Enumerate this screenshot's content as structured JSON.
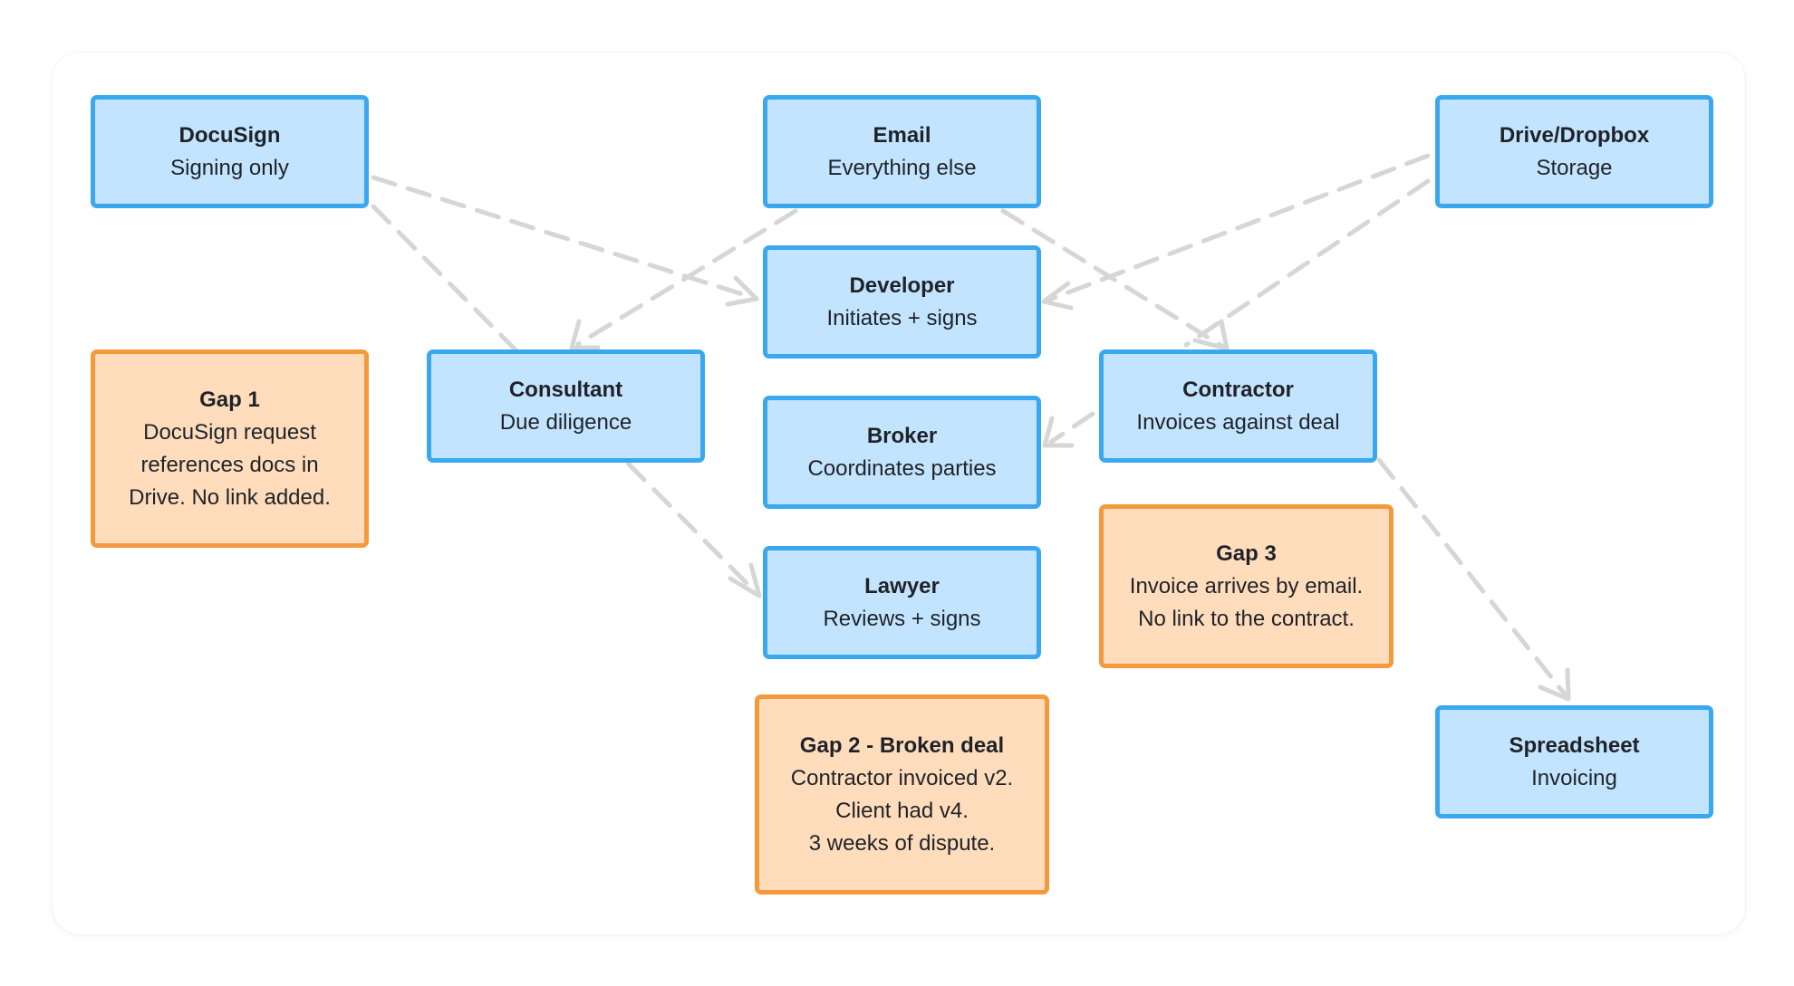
{
  "colors": {
    "actor_fill": "#c3e4ff",
    "actor_border": "#3aa8ef",
    "gap_fill": "#ffdcbc",
    "gap_border": "#f59a3c",
    "edge": "#d6d6d6",
    "text": "#1f2328"
  },
  "nodes": {
    "docusign": {
      "title": "DocuSign",
      "subtitle": "Signing only"
    },
    "email": {
      "title": "Email",
      "subtitle": "Everything else"
    },
    "drive": {
      "title": "Drive/Dropbox",
      "subtitle": "Storage"
    },
    "developer": {
      "title": "Developer",
      "subtitle": "Initiates + signs"
    },
    "consultant": {
      "title": "Consultant",
      "subtitle": "Due diligence"
    },
    "contractor": {
      "title": "Contractor",
      "subtitle": "Invoices against deal"
    },
    "broker": {
      "title": "Broker",
      "subtitle": "Coordinates parties"
    },
    "lawyer": {
      "title": "Lawyer",
      "subtitle": "Reviews + signs"
    },
    "spreadsheet": {
      "title": "Spreadsheet",
      "subtitle": "Invoicing"
    },
    "gap1": {
      "title": "Gap 1",
      "subtitle": "DocuSign request\nreferences docs in\nDrive. No link added."
    },
    "gap2": {
      "title": "Gap 2 - Broken deal",
      "subtitle": "Contractor invoiced v2.\nClient had v4.\n3 weeks of dispute."
    },
    "gap3": {
      "title": "Gap 3",
      "subtitle": "Invoice arrives by email.\nNo link to the contract."
    }
  },
  "edges": [
    {
      "from": "docusign",
      "to": "developer"
    },
    {
      "from": "docusign",
      "to": "lawyer"
    },
    {
      "from": "email",
      "to": "consultant"
    },
    {
      "from": "email",
      "to": "contractor"
    },
    {
      "from": "drive",
      "to": "developer"
    },
    {
      "from": "drive",
      "to": "contractor"
    },
    {
      "from": "contractor",
      "to": "broker"
    },
    {
      "from": "contractor",
      "to": "spreadsheet"
    }
  ]
}
